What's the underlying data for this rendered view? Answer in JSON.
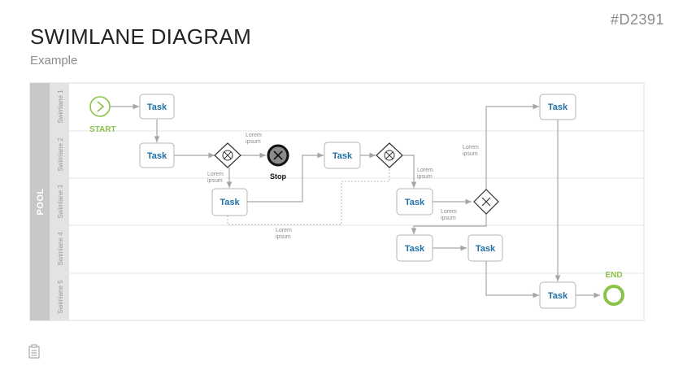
{
  "header": {
    "page_id": "#D2391",
    "title": "SWIMLANE DIAGRAM",
    "subtitle": "Example"
  },
  "pool": {
    "label": "POOL",
    "lanes": [
      "Swimlane 1",
      "Swimlane 2",
      "Swimlane 3",
      "Swimlane 4",
      "Swimlane 5"
    ]
  },
  "nodes": {
    "start": "START",
    "end": "END",
    "stop": "Stop",
    "task": "Task"
  },
  "annotation": "Lorem ipsum",
  "colors": {
    "task_text": "#1f6fa8",
    "event_green": "#8bc34a",
    "pool_bar": "#c8c8c8",
    "lane_bar": "#e3e3e3",
    "line": "#a6a6a6"
  },
  "icons": {
    "notes": "clipboard-icon"
  }
}
